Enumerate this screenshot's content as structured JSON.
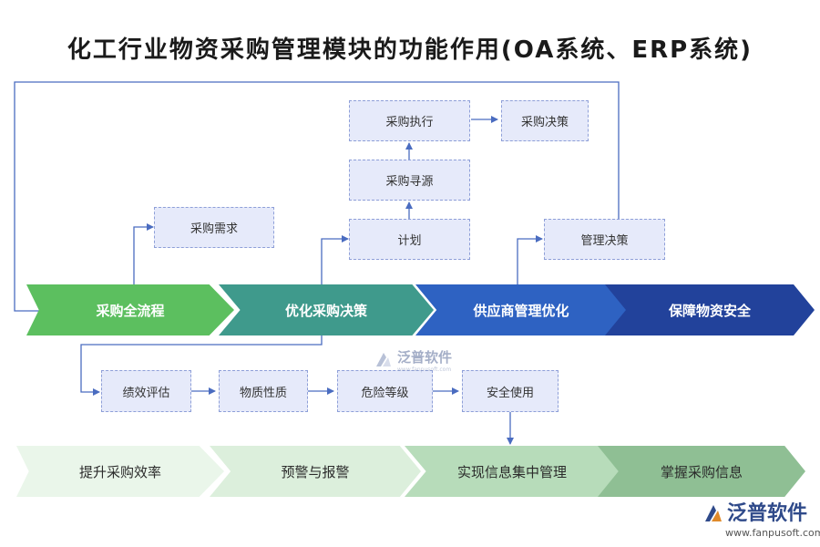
{
  "title": "化工行业物资采购管理模块的功能作用(OA系统、ERP系统)",
  "colors": {
    "box_fill": "#e6eafa",
    "box_border": "#8e9fd8",
    "line": "#4a6cc0",
    "row1": [
      "#5cbf5f",
      "#3f9a8c",
      "#2e62c2",
      "#22429b"
    ],
    "row3": [
      "#eaf6ea",
      "#dcefdc",
      "#b7dcba",
      "#8fbf94"
    ]
  },
  "boxes": {
    "need": "采购需求",
    "execute": "采购执行",
    "decision": "采购决策",
    "sourcing": "采购寻源",
    "plan": "计划",
    "mgmt_decision": "管理决策",
    "evaluation": "绩效评估",
    "material": "物质性质",
    "hazard": "危险等级",
    "safe_use": "安全使用"
  },
  "row1": [
    "采购全流程",
    "优化采购决策",
    "供应商管理优化",
    "保障物资安全"
  ],
  "row3": [
    "提升采购效率",
    "预警与报警",
    "实现信息集中管理",
    "掌握采购信息"
  ],
  "watermark": {
    "name": "泛普软件",
    "sub": "www.fanpusoft.com"
  },
  "logo": {
    "name": "泛普软件",
    "url": "www.fanpusoft.com"
  }
}
